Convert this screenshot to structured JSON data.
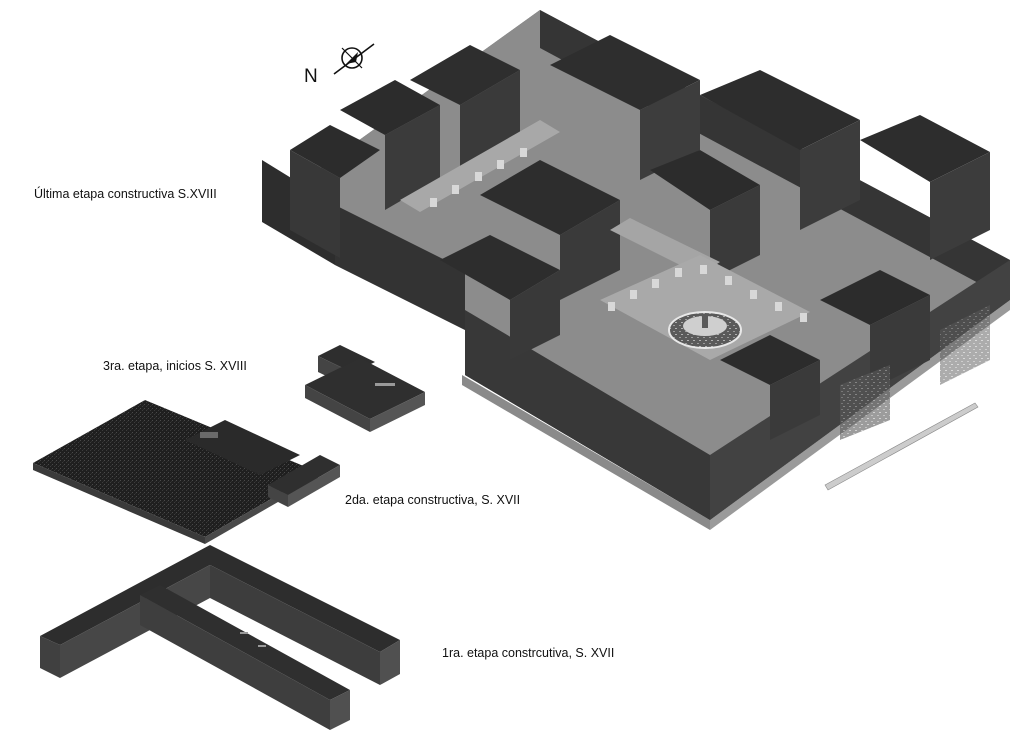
{
  "compass": {
    "north_letter": "N",
    "icon": "north-arrow-icon"
  },
  "stages": [
    {
      "id": "stage4",
      "label": "Última etapa constructiva S.XVIII"
    },
    {
      "id": "stage3",
      "label": "3ra. etapa, inicios S. XVIII"
    },
    {
      "id": "stage2",
      "label": "2da. etapa constructiva, S. XVII"
    },
    {
      "id": "stage1",
      "label": "1ra. etapa constrcutiva, S. XVII"
    }
  ],
  "colors": {
    "wall_dark": "#3a3a3a",
    "wall_side": "#2a2a2a",
    "floor": "#9a9a9a",
    "slab_texture": "#1c1c1c"
  }
}
